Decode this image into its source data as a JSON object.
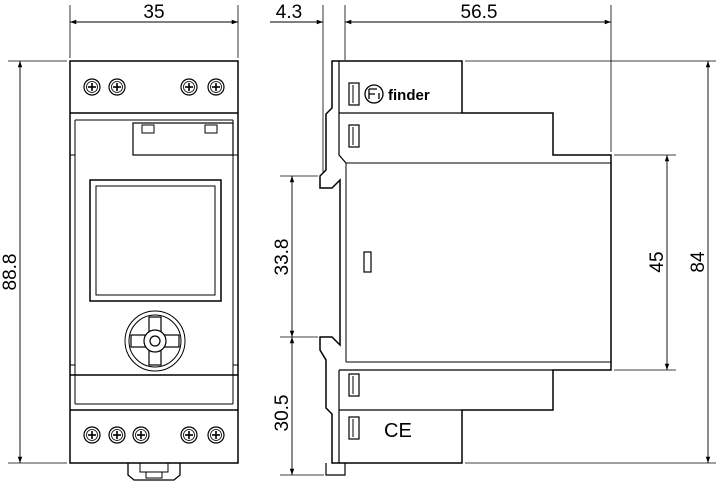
{
  "dimensions": {
    "front_width": "35",
    "depth_offset": "4.3",
    "side_depth": "56.5",
    "total_height": "88.8",
    "rail_height": "33.8",
    "bottom_height": "30.5",
    "window_height": "45",
    "body_height": "84"
  },
  "labels": {
    "brand": "finder",
    "ce_mark": "CE"
  }
}
